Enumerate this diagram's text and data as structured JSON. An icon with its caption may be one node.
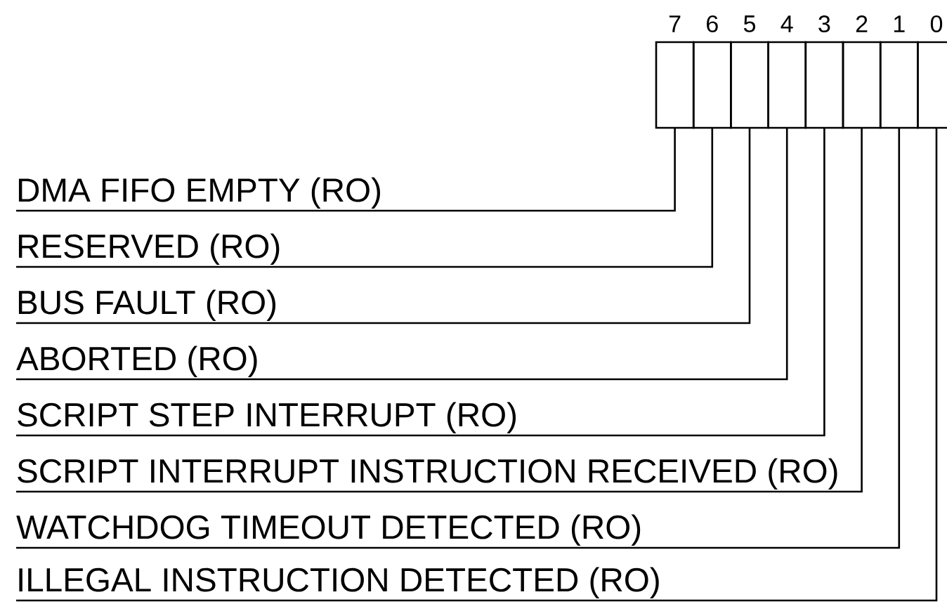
{
  "diagram": {
    "nodes": [
      {
        "text": [],
        "shape": "box",
        "beside": [
          "7"
        ]
      },
      {
        "text": [],
        "shape": "box",
        "beside": [
          "6"
        ]
      },
      {
        "text": [],
        "shape": "box",
        "beside": [
          "5"
        ]
      },
      {
        "text": [],
        "shape": "box",
        "beside": [
          "4"
        ]
      },
      {
        "text": [],
        "shape": "box",
        "beside": [
          "3"
        ]
      },
      {
        "text": [],
        "shape": "box",
        "beside": [
          "2"
        ]
      },
      {
        "text": [],
        "shape": "box",
        "beside": [
          "1"
        ]
      },
      {
        "text": [],
        "shape": "box",
        "beside": [
          "0"
        ]
      },
      {
        "text": [
          "DMA FIFO EMPTY (RO)"
        ]
      },
      {
        "text": [
          "RESERVED (RO)"
        ]
      },
      {
        "text": [
          "BUS FAULT (RO)"
        ]
      },
      {
        "text": [
          "ABORTED (RO)"
        ]
      },
      {
        "text": [
          "SCRIPT STEP INTERRUPT (RO)"
        ]
      },
      {
        "text": [
          "SCRIPT INTERRUPT INSTRUCTION RECEIVED (RO)"
        ]
      },
      {
        "text": [
          "WATCHDOG TIMEOUT DETECTED (RO)"
        ]
      },
      {
        "text": [
          "ILLEGAL INSTRUCTION DETECTED (RO)"
        ]
      }
    ],
    "edges": [
      {
        "from": 8,
        "to": 0,
        "arrow": "none"
      },
      {
        "from": 9,
        "to": 1,
        "arrow": "none"
      },
      {
        "from": 10,
        "to": 2,
        "arrow": "none"
      },
      {
        "from": 11,
        "to": 3,
        "arrow": "none"
      },
      {
        "from": 12,
        "to": 4,
        "arrow": "none"
      },
      {
        "from": 13,
        "to": 5,
        "arrow": "none"
      },
      {
        "from": 14,
        "to": 6,
        "arrow": "none"
      },
      {
        "from": 15,
        "to": 7,
        "arrow": "none"
      }
    ]
  }
}
